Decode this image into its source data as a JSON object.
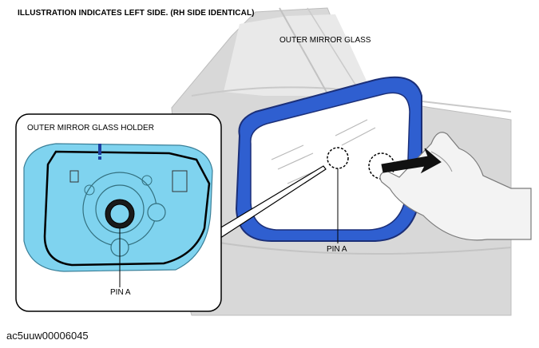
{
  "header": {
    "title": "ILLUSTRATION INDICATES LEFT SIDE. (RH SIDE IDENTICAL)"
  },
  "labels": {
    "outer_mirror_glass": "OUTER MIRROR GLASS",
    "outer_mirror_glass_holder": "OUTER MIRROR GLASS HOLDER",
    "pin_a_detail": "PIN A",
    "pin_a_main": "PIN A"
  },
  "figure": {
    "id": "ac5uuw00006045"
  },
  "colors": {
    "mirror_frame_blue": "#2f5fd0",
    "holder_fill_cyan": "#7fd3ef",
    "background_gray": "#d6d6d6",
    "outline_black": "#000000",
    "glass_fill": "#ffffff"
  },
  "icons": {
    "hand": "hand-icon",
    "pull_arrow": "arrow-icon"
  }
}
